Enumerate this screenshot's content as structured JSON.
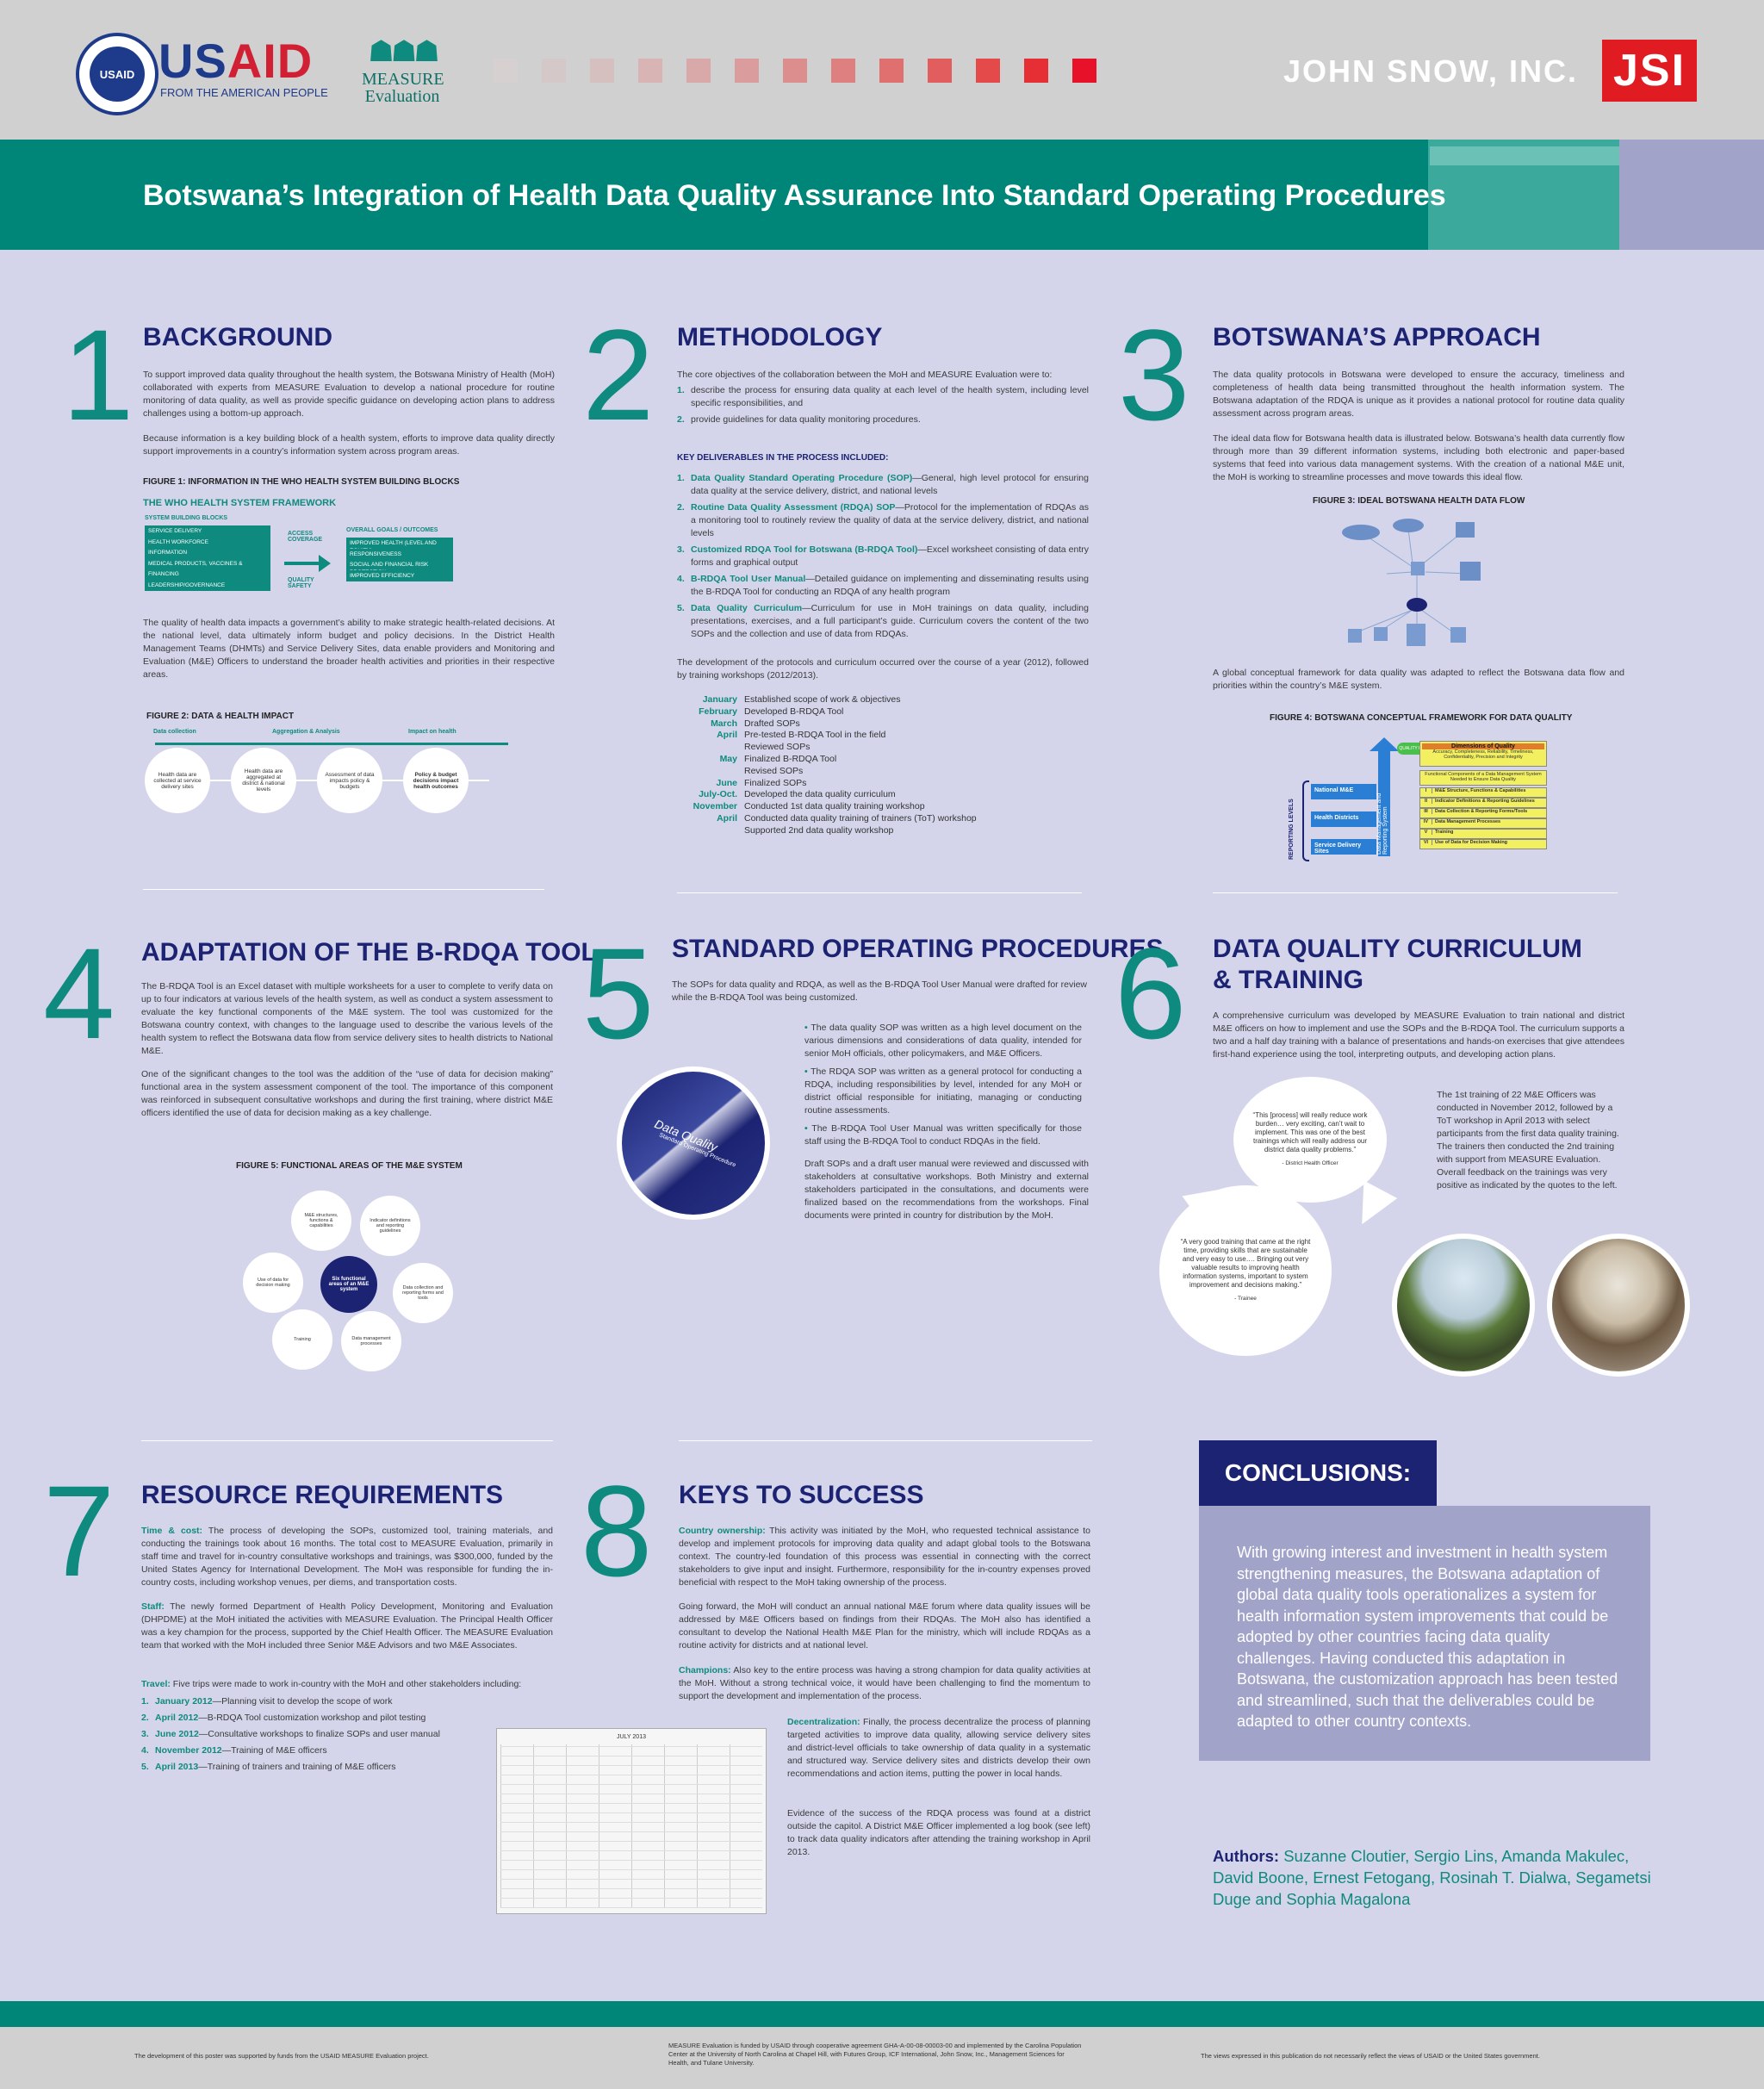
{
  "header": {
    "usaid_us": "US",
    "usaid_aid": "AID",
    "usaid_tagline": "FROM THE AMERICAN PEOPLE",
    "usaid_seal_text": "USAID",
    "measure_line1": "MEASURE",
    "measure_line2": "Evaluation",
    "jsi_name": "JOHN SNOW, INC.",
    "jsi_logo": "JSI",
    "square_colors": [
      "#d6d0d0",
      "#d5c8c8",
      "#d6bfbf",
      "#d8b4b4",
      "#d9a8a8",
      "#da9c9c",
      "#dc8e8e",
      "#de8080",
      "#e07070",
      "#e25e5e",
      "#e44a4a",
      "#e62f35",
      "#e8112a"
    ]
  },
  "title": "Botswana’s Integration of Health Data Quality Assurance Into Standard Operating Procedures",
  "s1": {
    "num": "1",
    "title": "BACKGROUND",
    "p1": "To support improved data quality throughout the health system, the Botswana Ministry of Health (MoH) collaborated with experts from MEASURE Evaluation to develop a national procedure for routine monitoring of data quality, as well as provide specific guidance on developing action plans to address challenges using a bottom-up approach.",
    "p2": "Because information is a key building block of a health system, efforts to improve data quality directly support improvements in a country’s information system across program areas.",
    "fig1_caption": "FIGURE 1: INFORMATION IN THE WHO HEALTH SYSTEM BUILDING BLOCKS",
    "fig1_title": "THE WHO HEALTH SYSTEM FRAMEWORK",
    "fig1_sub": "SYSTEM BUILDING BLOCKS",
    "fig1_blocks": [
      "SERVICE DELIVERY",
      "HEALTH WORKFORCE",
      "INFORMATION",
      "MEDICAL PRODUCTS, VACCINES & TECHNOLOGIES",
      "FINANCING",
      "LEADERSHIP/GOVERNANCE"
    ],
    "fig1_access": "ACCESS COVERAGE",
    "fig1_quality": "QUALITY SAFETY",
    "fig1_goals_title": "OVERALL GOALS / OUTCOMES",
    "fig1_goals": [
      "IMPROVED HEALTH (LEVEL AND EQUITY)",
      "RESPONSIVENESS",
      "SOCIAL AND FINANCIAL RISK PROTECTION",
      "IMPROVED EFFICIENCY"
    ],
    "p3": "The quality of health data impacts a government’s ability to make strategic health-related decisions. At the national level, data ultimately inform budget and policy decisions. In the District Health Management Teams (DHMTs) and Service Delivery Sites, data enable providers and Monitoring and Evaluation (M&E) Officers to understand the broader health activities and priorities in their respective areas.",
    "fig2_caption": "FIGURE 2: DATA & HEALTH IMPACT",
    "fig2_h1": "Data collection",
    "fig2_h2": "Aggregation & Analysis",
    "fig2_h3": "Impact on health",
    "fig2_c1": "Health data are collected at service delivery sites",
    "fig2_c2": "Health data are aggregated at district & national levels",
    "fig2_c3": "Assessment of data impacts policy & budgets",
    "fig2_c4": "Policy & budget decisions impact health outcomes"
  },
  "s2": {
    "num": "2",
    "title": "METHODOLOGY",
    "p1": "The core objectives of the collaboration between the MoH and MEASURE Evaluation were to:",
    "obj1": "describe the process for ensuring data quality at each level of the health system, including level specific responsibilities, and",
    "obj2": "provide guidelines for data quality monitoring procedures.",
    "deliv_title": "KEY DELIVERABLES IN THE PROCESS INCLUDED:",
    "d1_t": "Data Quality Standard Operating Procedure (SOP)",
    "d1": "—General, high level protocol for ensuring data quality at the service delivery, district, and national levels",
    "d2_t": "Routine Data Quality Assessment (RDQA) SOP",
    "d2": "—Protocol for the implementation of RDQAs as a monitoring tool to routinely review the quality of data at the service delivery, district, and national levels",
    "d3_t": "Customized RDQA Tool for Botswana (B-RDQA Tool)",
    "d3": "—Excel worksheet consisting of data entry forms and graphical output",
    "d4_t": "B-RDQA Tool User Manual",
    "d4": "—Detailed guidance on implementing and disseminating results using the B-RDQA Tool for conducting an RDQA of any health program",
    "d5_t": "Data Quality Curriculum",
    "d5": "—Curriculum for use in MoH trainings on data quality, including presentations, exercises, and a full participant’s guide. Curriculum covers the content of the two SOPs and the collection and use of data from RDQAs.",
    "p2": "The development of the protocols and curriculum occurred over the course of a year (2012), followed by training workshops (2012/2013).",
    "timeline": [
      {
        "m": "January",
        "t": "Established scope of work & objectives"
      },
      {
        "m": "February",
        "t": "Developed B-RDQA Tool"
      },
      {
        "m": "March",
        "t": "Drafted SOPs"
      },
      {
        "m": "April",
        "t": "Pre-tested B-RDQA Tool in the field"
      },
      {
        "m": "",
        "t": "Reviewed SOPs"
      },
      {
        "m": "May",
        "t": "Finalized B-RDQA Tool"
      },
      {
        "m": "",
        "t": "Revised SOPs"
      },
      {
        "m": "June",
        "t": "Finalized SOPs"
      },
      {
        "m": "July-Oct.",
        "t": "Developed the data quality curriculum"
      },
      {
        "m": "November",
        "t": "Conducted 1st data quality training workshop"
      },
      {
        "m": "April",
        "t": "Conducted data quality training of trainers (ToT) workshop"
      },
      {
        "m": "",
        "t": "Supported 2nd data quality workshop"
      }
    ]
  },
  "s3": {
    "num": "3",
    "title": "BOTSWANA’S APPROACH",
    "p1": "The data quality protocols in Botswana were developed to ensure the accuracy, timeliness and completeness of health data being transmitted throughout the health information system. The Botswana adaptation of the RDQA is unique as it provides a national protocol for routine data quality assessment across program areas.",
    "p2": "The ideal data flow for Botswana health data is illustrated below. Botswana’s health data currently flow through more than 39 different information systems, including both electronic and paper-based systems that feed into various data management systems. With the creation of a national M&E unit, the MoH is working to streamline processes and move towards this ideal flow.",
    "fig3_caption": "FIGURE 3: IDEAL BOTSWANA HEALTH DATA FLOW",
    "p3": "A global conceptual framework for data quality was adapted to reflect the Botswana data flow and priorities within the country’s M&E system.",
    "fig4_caption": "FIGURE 4: BOTSWANA CONCEPTUAL FRAMEWORK FOR DATA QUALITY",
    "fig4_dims_title": "Dimensions of Quality",
    "fig4_dims": "Accuracy, Completeness, Reliability, Timeliness, Confidentiality, Precision and Integrity",
    "fig4_quality": "QUALITY DATA",
    "fig4_func_title": "Functional Components of a Data Management System Needed to Ensure Data Quality",
    "fig4_rows": [
      {
        "n": "I",
        "t": "M&E Structure, Functions & Capabilities"
      },
      {
        "n": "II",
        "t": "Indicator Definitions & Reporting Guidelines"
      },
      {
        "n": "III",
        "t": "Data Collection & Reporting Forms/Tools"
      },
      {
        "n": "IV",
        "t": "Data Management Processes"
      },
      {
        "n": "V",
        "t": "Training"
      },
      {
        "n": "VI",
        "t": "Use of Data for Decision Making"
      }
    ],
    "fig4_levels": [
      "National M&E",
      "Health Districts",
      "Service Delivery Sites"
    ],
    "fig4_reporting": "REPORTING LEVELS",
    "fig4_dms": "Data Management and Reporting System"
  },
  "s4": {
    "num": "4",
    "title": "ADAPTATION OF THE B-RDQA TOOL",
    "p1": "The B-RDQA Tool is an Excel dataset with multiple worksheets for a user to complete to verify data on up to four indicators at various levels of the health system, as well as conduct a system assessment to evaluate the key functional components of the M&E system. The tool was customized for the Botswana country context, with changes to the language used to describe the various levels of the health system to reflect the Botswana data flow from service delivery sites to health districts to National M&E.",
    "p2": "One of the significant changes to the tool was the addition of the “use of data for decision making” functional area in the system assessment component of the tool. The importance of this component was reinforced in subsequent consultative workshops and during the first training, where district M&E officers identified the use of data for decision making as a key challenge.",
    "fig5_caption": "FIGURE 5: FUNCTIONAL AREAS OF THE M&E SYSTEM",
    "fig5_center": "Six functional areas of an M&E system",
    "fig5_items": [
      "M&E structures, functions & capabilities",
      "Indicator definitions and reporting guidelines",
      "Data collection and reporting forms and tools",
      "Data management processes",
      "Training",
      "Use of data for decision making"
    ]
  },
  "s5": {
    "num": "5",
    "title": "STANDARD OPERATING PROCEDURES",
    "p1": "The SOPs for data quality and RDQA, as well as the B-RDQA Tool User Manual were drafted for review while the B-RDQA Tool was being customized.",
    "b1": "The data quality SOP was written as a high level document on the various dimensions and considerations of data quality, intended for senior MoH officials, other policymakers, and M&E Officers.",
    "b2": "The RDQA SOP was written as a general protocol for conducting a RDQA, including responsibilities by level, intended for any MoH or district official responsible for initiating, managing or conducting routine assessments.",
    "b3": "The B-RDQA Tool User Manual was written specifically for those staff using the B-RDQA Tool to conduct RDQAs in the field.",
    "p2": "Draft SOPs and a draft user manual were reviewed and discussed with stakeholders at consultative workshops. Both Ministry and external stakeholders participated in the consultations, and documents were finalized based on the recommendations from the workshops. Final documents were printed in country for distribution by the MoH.",
    "photo_text1": "Data Quality",
    "photo_text2": "Standard Operating Procedure"
  },
  "s6": {
    "num": "6",
    "title1": "DATA QUALITY CURRICULUM",
    "title2": "& TRAINING",
    "p1": "A comprehensive curriculum was developed by MEASURE Evaluation to train national and district M&E officers on how to implement and use the SOPs and the B-RDQA Tool. The curriculum supports a two and a half day training with a balance of presentations and hands-on exercises that give attendees first-hand experience using the tool, interpreting outputs, and developing action plans.",
    "q1": "“This [process] will really reduce work burden… very exciting, can’t wait to implement. This was one of the best trainings which will really address our district data quality problems.”",
    "q1_by": "- District Health Officer",
    "q2": "“A very good training that came at the right time, providing skills that are sustainable and very easy to use…. Bringing out very valuable results to improving health information systems, important to system improvement and decisions making.”",
    "q2_by": "- Trainee",
    "p2": "The 1st training of 22 M&E Officers was conducted in November 2012, followed by a ToT workshop in April 2013 with select participants from the first data quality training. The trainers then conducted the 2nd training with support from MEASURE Evaluation. Overall feedback on the trainings was very positive as indicated by the quotes to the left."
  },
  "s7": {
    "num": "7",
    "title": "RESOURCE REQUIREMENTS",
    "p1_t": "Time & cost:",
    "p1": " The process of developing the SOPs, customized tool, training materials, and conducting the trainings took about 16 months. The total cost to MEASURE Evaluation, primarily in staff time and travel for in-country consultative workshops and trainings, was $300,000, funded by the United States Agency for International Development. The MoH was responsible for funding the in-country costs, including workshop venues, per diems, and transportation costs.",
    "p2_t": "Staff:",
    "p2": " The newly formed Department of Health Policy Development, Monitoring and Evaluation (DHPDME) at the MoH initiated the activities with MEASURE Evaluation. The Principal Health Officer was a key champion for the process, supported by the Chief Health Officer. The MEASURE Evaluation team that worked with the MoH included three Senior M&E Advisors and two M&E Associates.",
    "p3_t": "Travel:",
    "p3": " Five trips were made to work in-country with the MoH and other stakeholders including:",
    "trips": [
      {
        "d": "January 2012",
        "t": "—Planning visit to develop the scope of work"
      },
      {
        "d": "April 2012",
        "t": "—B-RDQA Tool customization workshop and pilot testing"
      },
      {
        "d": "June 2012",
        "t": "—Consultative workshops to finalize SOPs and user manual"
      },
      {
        "d": "November 2012",
        "t": "—Training of M&E officers"
      },
      {
        "d": "April 2013",
        "t": "—Training of trainers and training of M&E officers"
      }
    ],
    "logbook_title": "JULY 2013"
  },
  "s8": {
    "num": "8",
    "title": "KEYS TO SUCCESS",
    "p1_t": "Country ownership:",
    "p1": " This activity was initiated by the MoH, who requested technical assistance to develop and implement protocols for improving data quality and adapt global tools to the Botswana context. The country-led foundation of this process was essential in connecting with the correct stakeholders to give input and insight. Furthermore, responsibility for the in-country expenses proved beneficial with respect to the MoH taking ownership of the process.",
    "p2": "Going forward, the MoH will conduct an annual national M&E forum where data quality issues will be addressed by M&E Officers based on findings from their RDQAs. The MoH also has identified a consultant to develop the National Health M&E Plan for the ministry, which will include RDQAs as a routine activity for districts and at national level.",
    "p3_t": "Champions:",
    "p3": " Also key to the entire process was having a strong champion for data quality activities at the MoH. Without a strong technical voice, it would have been challenging to find the momentum to support the development and implementation of the process.",
    "p4_t": "Decentralization:",
    "p4": " Finally, the process decentralize the process of planning targeted activities to improve data quality, allowing service delivery sites and district-level officials to take ownership of data quality in a systematic and structured way. Service delivery sites and districts develop their own recommendations and action items, putting the power in local hands.",
    "p5": "Evidence of the success of the RDQA process was found at a district outside the capitol. A District M&E Officer implemented a log book (see left) to track data quality indicators after attending the training workshop in April 2013."
  },
  "conclusions": {
    "label": "CONCLUSIONS:",
    "text": "With growing interest and investment in health system strengthening measures, the Botswana adaptation of global data quality tools operationalizes a system for health information system improvements that could be adopted by other countries facing data quality challenges. Having conducted this adaptation in Botswana, the customization approach has been tested and streamlined, such that the deliverables could be adapted to other country contexts."
  },
  "authors": {
    "label": "Authors:",
    "names": "Suzanne Cloutier, Sergio Lins, Amanda Makulec, David Boone, Ernest Fetogang, Rosinah T. Dialwa, Segametsi Duge and Sophia Magalona"
  },
  "footer": {
    "left": "The development of this poster was supported by funds from the USAID MEASURE Evaluation project.",
    "center": "MEASURE Evaluation is funded by USAID through cooperative agreement GHA-A-00-08-00003-00 and implemented by the Carolina Population Center at the University of North Carolina at Chapel Hill, with Futures Group, ICF International, John Snow, Inc., Management Sciences for Health, and Tulane University.",
    "right": "The views expressed in this publication do not necessarily reflect the views of USAID or the United States government."
  }
}
